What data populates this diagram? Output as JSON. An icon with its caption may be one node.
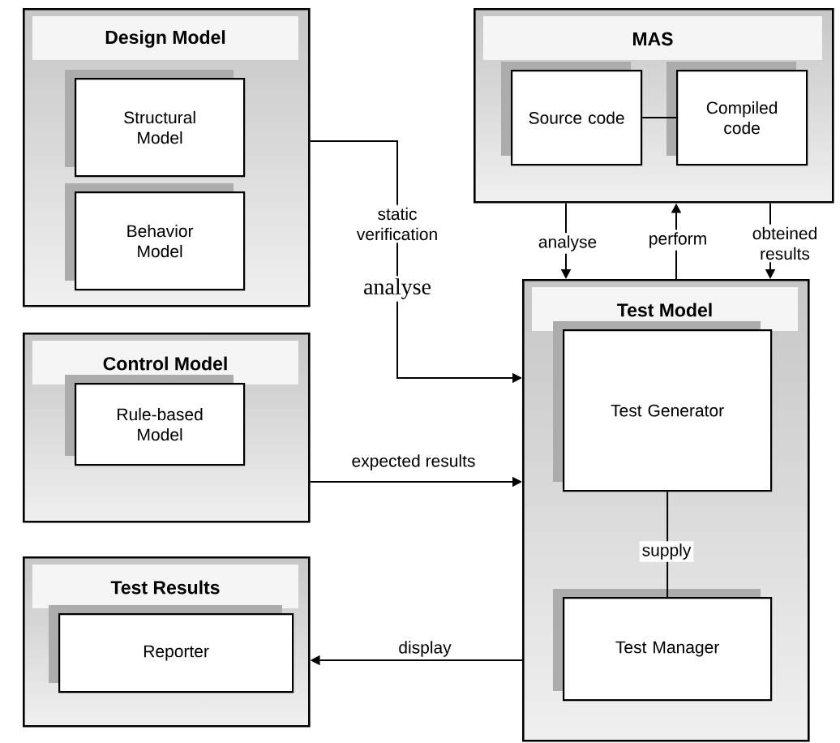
{
  "diagram": {
    "nodes": [
      {
        "text": [
          "Design Model"
        ]
      },
      {
        "text": [
          "Structural Model"
        ],
        "in": 0
      },
      {
        "text": [
          "Behavior Model"
        ],
        "in": 0
      },
      {
        "text": [
          "MAS"
        ]
      },
      {
        "text": [
          "Source code"
        ],
        "in": 3
      },
      {
        "text": [
          "Compiled code"
        ],
        "in": 3
      },
      {
        "text": [
          "Control Model"
        ]
      },
      {
        "text": [
          "Rule-based Model"
        ],
        "in": 6
      },
      {
        "text": [
          "Test Results"
        ]
      },
      {
        "text": [
          "Reporter"
        ],
        "in": 8
      },
      {
        "text": [
          "Test Model"
        ]
      },
      {
        "text": [
          "Test Generator"
        ],
        "in": 10
      },
      {
        "text": [
          "Test Manager"
        ],
        "in": 10
      }
    ],
    "edges": [
      {
        "from": 0,
        "to": 10,
        "arrow": "to",
        "label": "static verification"
      },
      {
        "from": 4,
        "to": 5,
        "arrow": "none"
      },
      {
        "from": 3,
        "to": 10,
        "arrow": "to",
        "label": "analyse"
      },
      {
        "from": 10,
        "to": 3,
        "arrow": "to",
        "label": "perform"
      },
      {
        "from": 3,
        "to": 10,
        "arrow": "to",
        "label": "obteined results"
      },
      {
        "from": 6,
        "to": 10,
        "arrow": "to",
        "label": "expected results"
      },
      {
        "from": 11,
        "to": 12,
        "arrow": "none",
        "label": "supply"
      },
      {
        "from": 10,
        "to": 8,
        "arrow": "to",
        "label": "display"
      }
    ],
    "labels": [
      "analyse"
    ]
  }
}
